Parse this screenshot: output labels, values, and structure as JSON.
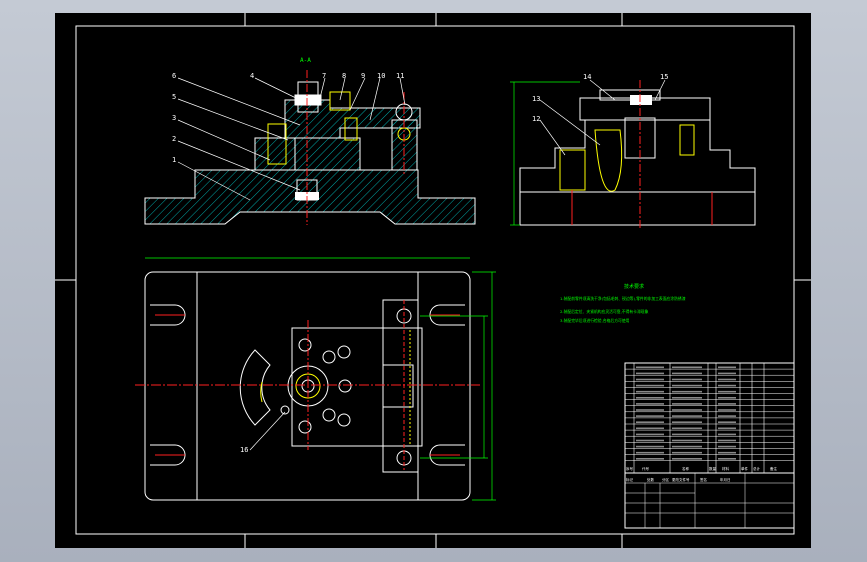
{
  "colors": {
    "background": "#000000",
    "frame": "#ffffff",
    "outline": "#ffffff",
    "hatch": "#00a8a8",
    "center_line": "#ff2020",
    "dimension": "#00ff00",
    "part_yellow": "#ffff00",
    "text_green": "#00ff00"
  },
  "front_view": {
    "title": "A-A",
    "labels": [
      "6",
      "4",
      "7",
      "8",
      "9",
      "10",
      "11",
      "5",
      "3",
      "2",
      "1"
    ]
  },
  "side_view": {
    "labels": [
      "14",
      "15",
      "13",
      "12"
    ]
  },
  "top_view": {
    "label_bottom": "16"
  },
  "notes": {
    "title": "技术要求",
    "lines": [
      "1.装配前零件须清洗干净(包括毛刺、锐边等),零件的非加工表面应涂防锈漆",
      "2.装配后定位、夹紧机构应灵活可靠,不得有卡滞现象",
      "3.装配完毕后须进行检验,合格后方可使用"
    ]
  },
  "title_block": {
    "header": [
      "序号",
      "代号",
      "名称",
      "数量",
      "材料",
      "单件",
      "总计",
      "备注"
    ],
    "footer": [
      "标记",
      "处数",
      "分区",
      "更改文件号",
      "签名",
      "年月日"
    ]
  }
}
